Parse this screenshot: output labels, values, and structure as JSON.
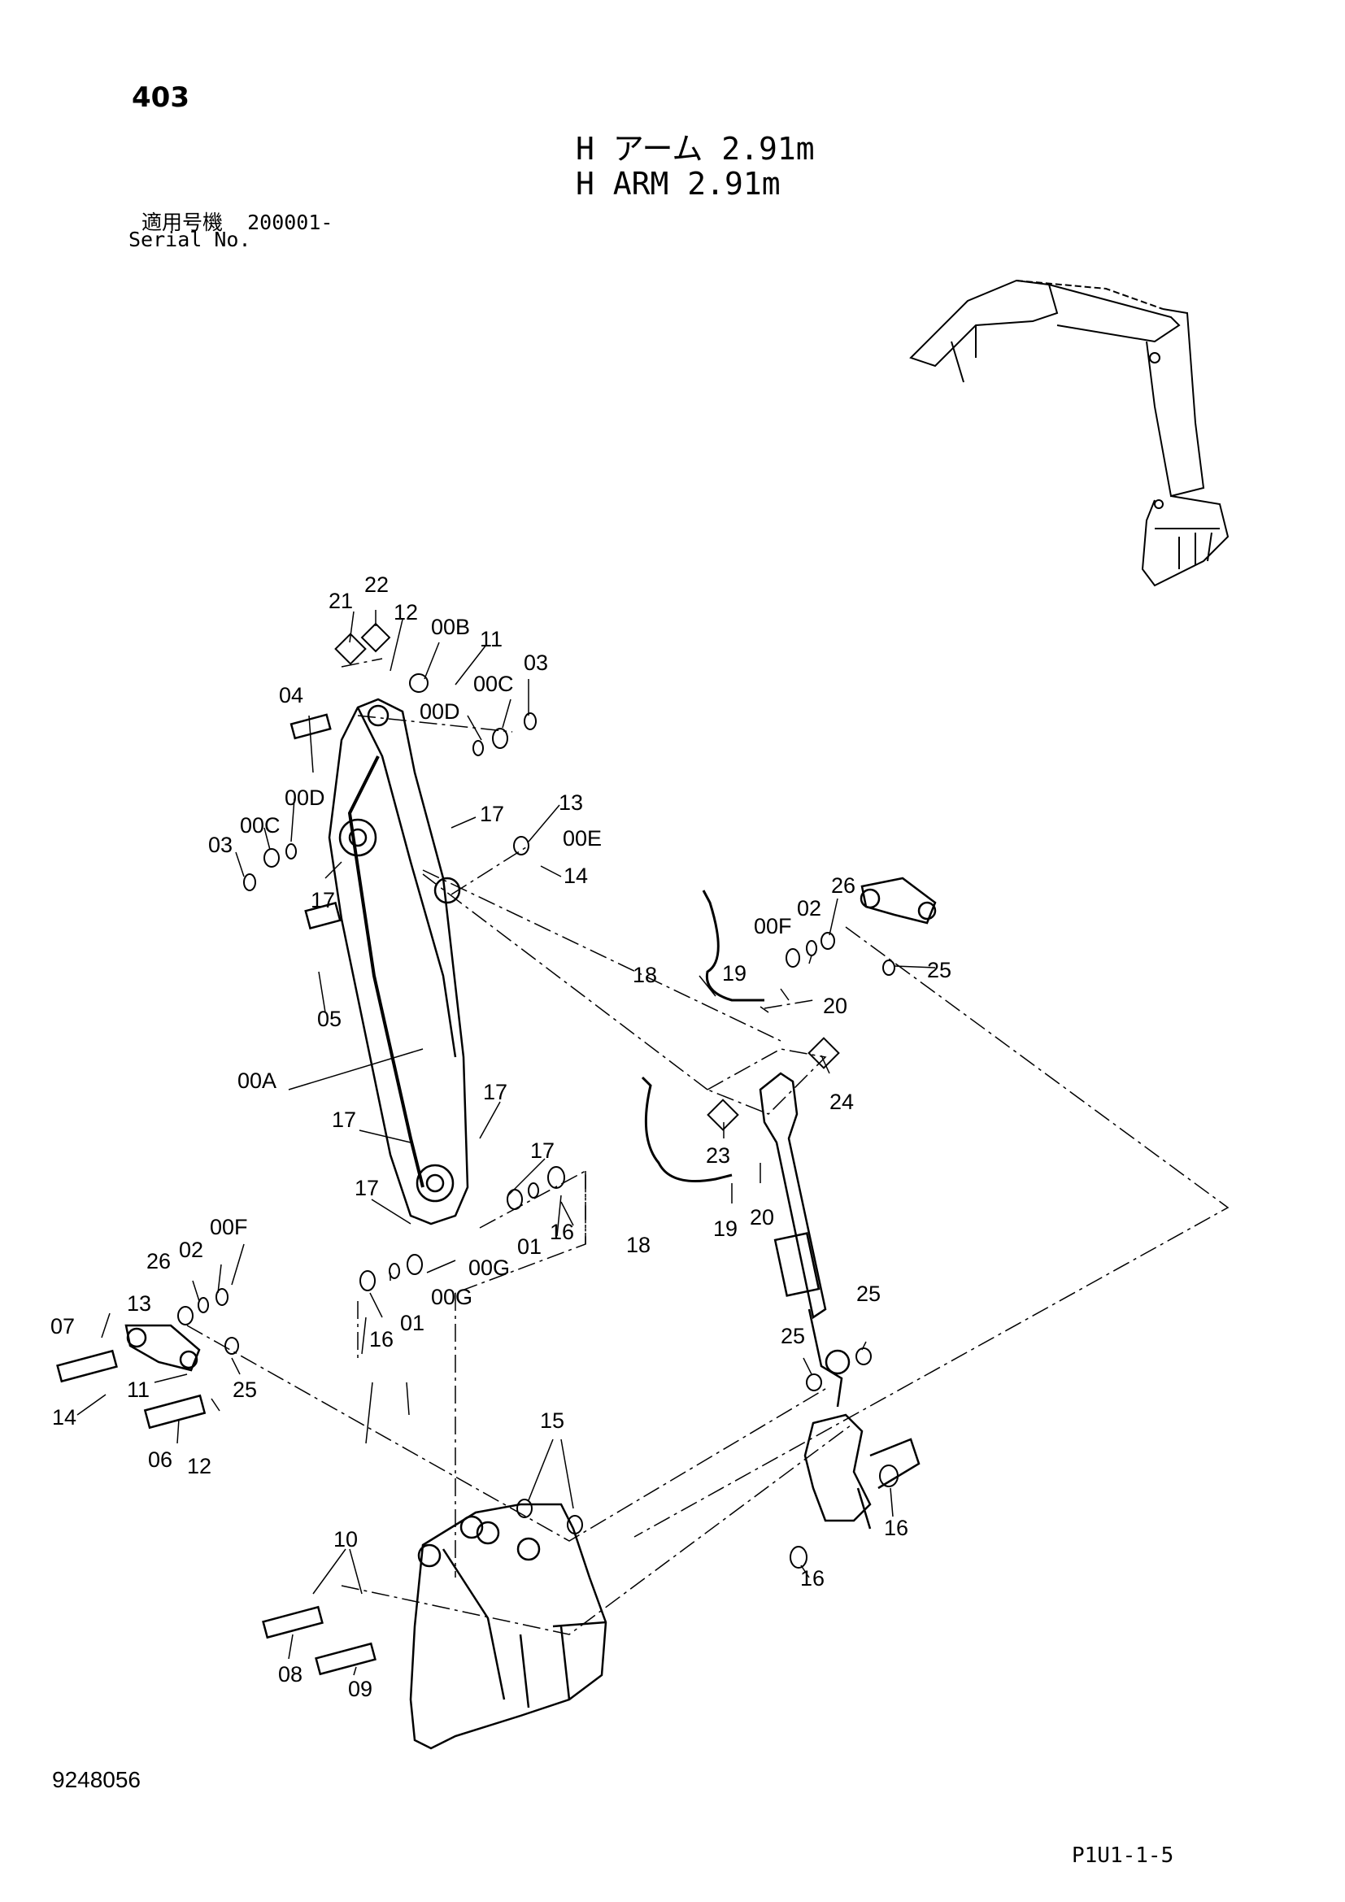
{
  "header": {
    "page_number": "403",
    "title_jp": "H アーム 2.91m",
    "title_en": "H ARM 2.91m",
    "serial_jp": "適用号機  200001-",
    "serial_en": "Serial No."
  },
  "footer": {
    "drawing_number": "9248056",
    "page_ref": "P1U1-1-5"
  },
  "callouts": [
    "21",
    "22",
    "12",
    "00B",
    "11",
    "03",
    "04",
    "00C",
    "00D",
    "17",
    "13",
    "00E",
    "00D",
    "00C",
    "03",
    "14",
    "17",
    "05",
    "00A",
    "18",
    "19",
    "20",
    "00F",
    "02",
    "26",
    "25",
    "24",
    "23",
    "17",
    "17",
    "17",
    "17",
    "18",
    "19",
    "20",
    "16",
    "01",
    "00G",
    "00F",
    "02",
    "26",
    "13",
    "07",
    "11",
    "14",
    "06",
    "12",
    "25",
    "16",
    "01",
    "00G",
    "15",
    "25",
    "25",
    "16",
    "16",
    "10",
    "08",
    "09"
  ]
}
